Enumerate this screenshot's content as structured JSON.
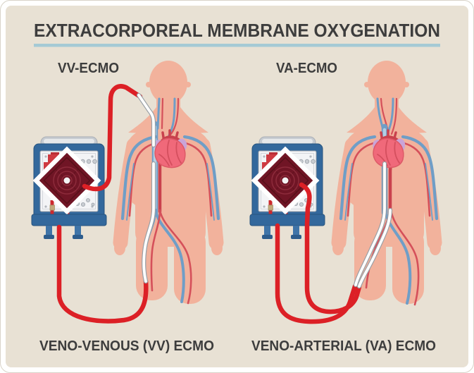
{
  "title": "EXTRACORPOREAL MEMBRANE OXYGENATION",
  "panels": [
    {
      "id": "vv",
      "label": "VV-ECMO",
      "caption": "VENO-VENOUS (VV) ECMO"
    },
    {
      "id": "va",
      "label": "VA-ECMO",
      "caption": "VENO-ARTERIAL (VA) ECMO"
    }
  ],
  "colors": {
    "card-bg": "#e8e1d4",
    "card-edge": "#d8d3c8",
    "title-text": "#3d3d3d",
    "divider": "#a5cad5",
    "skin": "#f2b29c",
    "vein": "#6f9ec7",
    "vein-core": "#b3cfe4",
    "artery": "#d5505a",
    "artery-deep": "#c9414d",
    "pulmonary": "#2f9fd0",
    "atrium": "#c9a4d8",
    "heart": "#f0697a",
    "heart-line": "#d44f5e",
    "tube": "#dc2026",
    "catheter": "#ffffff",
    "catheter-edge": "#9aa0a6",
    "machine-frame": "#33689c",
    "machine-edge": "#27547e",
    "machine-lid": "#c6cbd1",
    "machine-panel": "#f3f4f6",
    "machine-leg": "#3f74a8",
    "oxygenator": "#701525",
    "oxygenator-line": "#8d2b3b",
    "connector": "#c2aa7c"
  }
}
